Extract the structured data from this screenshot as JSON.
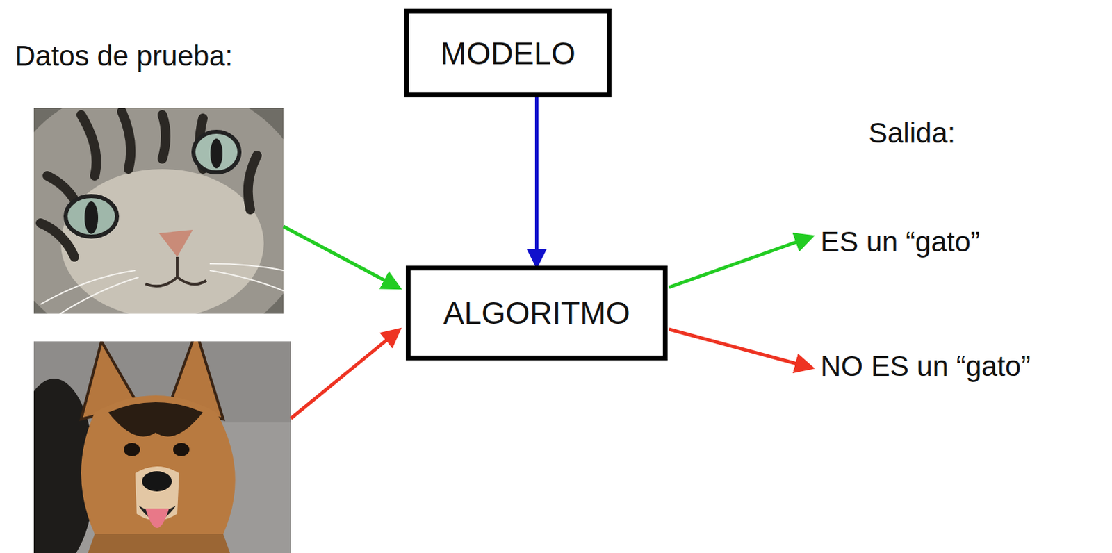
{
  "diagram": {
    "nodes": [
      {
        "text": [
          "MODELO"
        ]
      },
      {
        "text": [
          "ALGORITMO"
        ]
      }
    ],
    "edges": [
      {
        "from": 0,
        "to": 1,
        "arrow": "to"
      }
    ],
    "labels": [
      "Datos de prueba:",
      "Salida:",
      "ES un “gato”",
      "NO ES un “gato”"
    ]
  }
}
